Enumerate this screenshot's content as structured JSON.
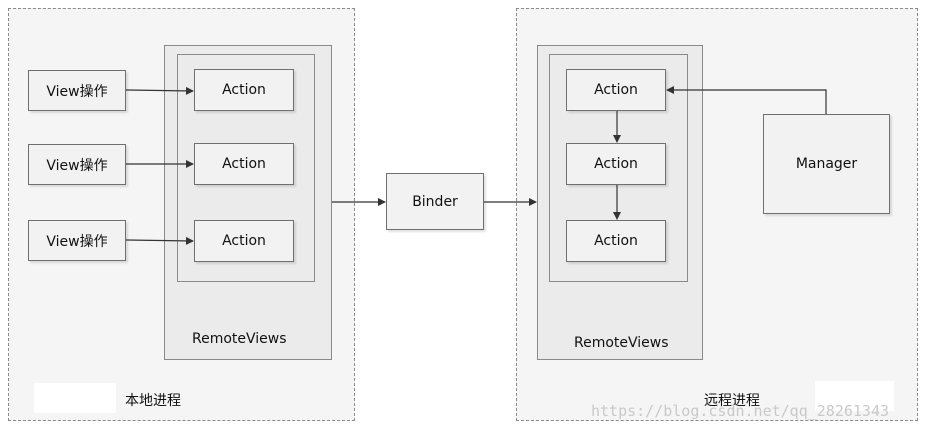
{
  "local_process": {
    "label": "本地进程",
    "view_ops": [
      {
        "label": "View操作"
      },
      {
        "label": "View操作"
      },
      {
        "label": "View操作"
      }
    ],
    "remote_views": {
      "label": "RemoteViews",
      "actions": [
        {
          "label": "Action"
        },
        {
          "label": "Action"
        },
        {
          "label": "Action"
        }
      ]
    }
  },
  "binder": {
    "label": "Binder"
  },
  "remote_process": {
    "label": "远程进程",
    "remote_views": {
      "label": "RemoteViews",
      "actions": [
        {
          "label": "Action"
        },
        {
          "label": "Action"
        },
        {
          "label": "Action"
        }
      ]
    },
    "manager": {
      "label": "Manager"
    }
  },
  "watermark": "https://blog.csdn.net/qq_28261343",
  "colors": {
    "box_fill": "#f2f2f2",
    "panel_fill": "#ebebeb",
    "process_fill": "#f5f5f5",
    "stroke": "#6f6f6f",
    "arrow": "#333333"
  }
}
